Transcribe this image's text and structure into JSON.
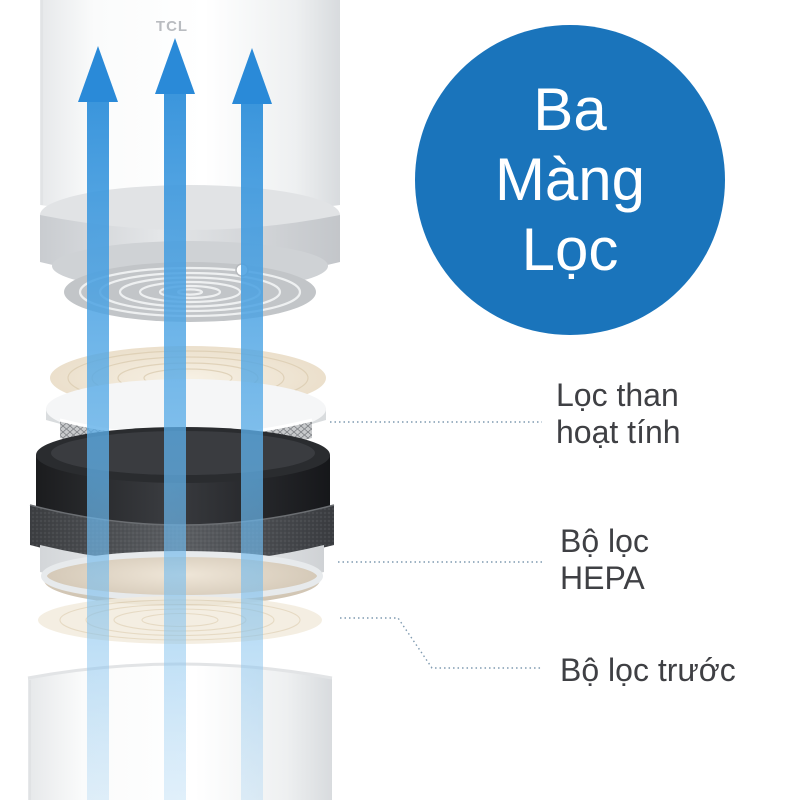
{
  "image": {
    "brand_mark": "TCL",
    "badge": {
      "lines": [
        "Ba",
        "Màng",
        "Lọc"
      ],
      "color": "#1a74bb"
    },
    "labels": {
      "carbon": [
        "Lọc than",
        "hoạt tính"
      ],
      "hepa": [
        "Bộ lọc",
        "HEPA"
      ],
      "pre": [
        "Bộ lọc trước"
      ]
    },
    "colors": {
      "arrow": "#3d9ade",
      "text": "#3f4044",
      "leader": "#7f9ab0",
      "filter_dark": "#26282b",
      "felt": "#4d4f52"
    },
    "icons": {
      "arrows": "upward-airflow-arrow-icon"
    }
  }
}
